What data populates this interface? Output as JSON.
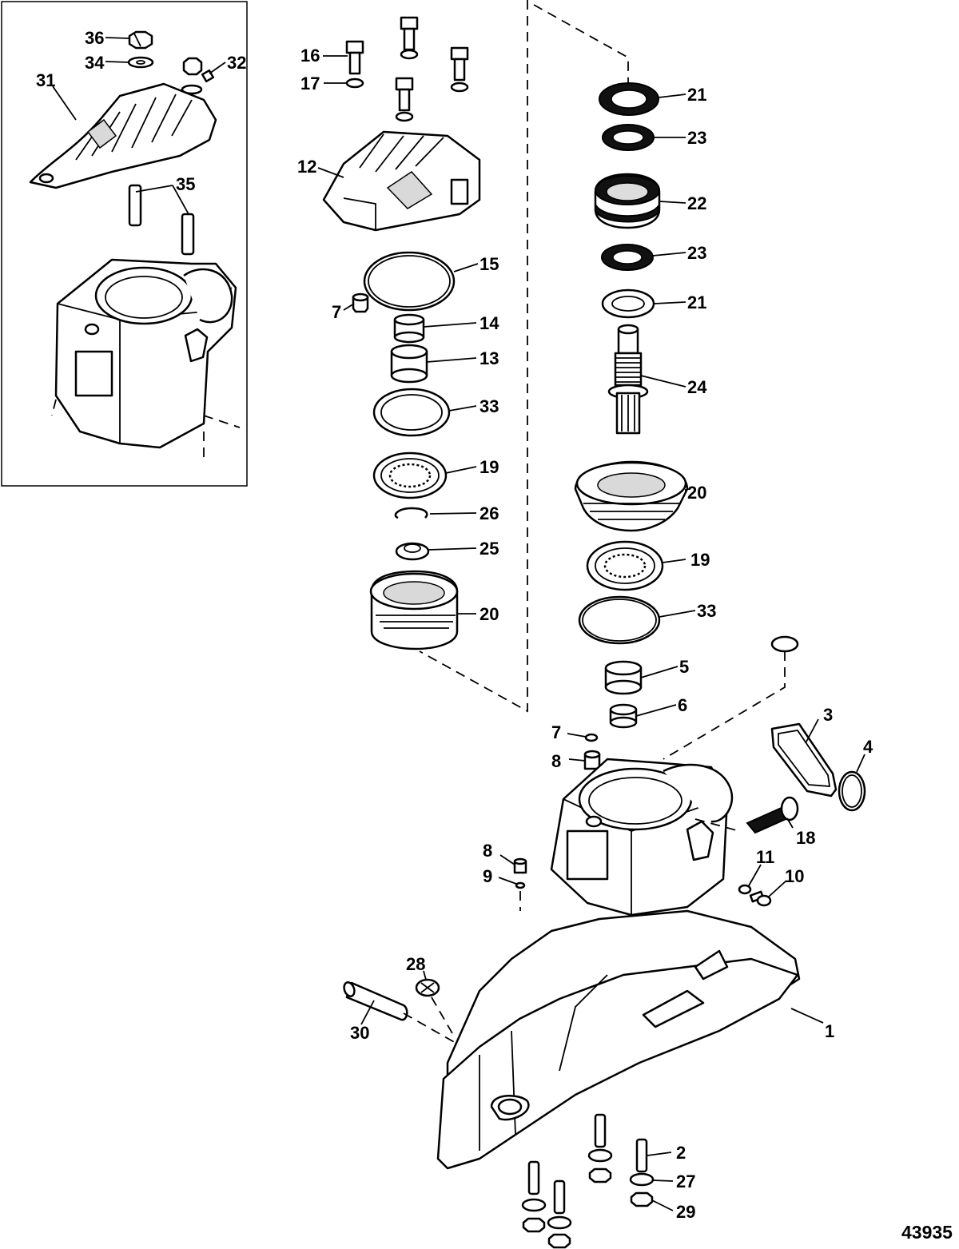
{
  "document_number": "43935",
  "inset_callouts": {
    "c36": "36",
    "c34": "34",
    "c32": "32",
    "c31": "31",
    "c35": "35"
  },
  "callouts": {
    "c16": "16",
    "c17": "17",
    "c12": "12",
    "c15": "15",
    "c7a": "7",
    "c14": "14",
    "c13": "13",
    "c33a": "33",
    "c19a": "19",
    "c26": "26",
    "c25": "25",
    "c20a": "20",
    "c21a": "21",
    "c23a": "23",
    "c22": "22",
    "c23b": "23",
    "c21b": "21",
    "c24": "24",
    "c20b": "20",
    "c19b": "19",
    "c33b": "33",
    "c5": "5",
    "c6": "6",
    "c7b": "7",
    "c8a": "8",
    "c3": "3",
    "c4": "4",
    "c18": "18",
    "c8b": "8",
    "c9": "9",
    "c11": "11",
    "c10": "10",
    "c28": "28",
    "c30": "30",
    "c1": "1",
    "c2": "2",
    "c27": "27",
    "c29": "29"
  }
}
